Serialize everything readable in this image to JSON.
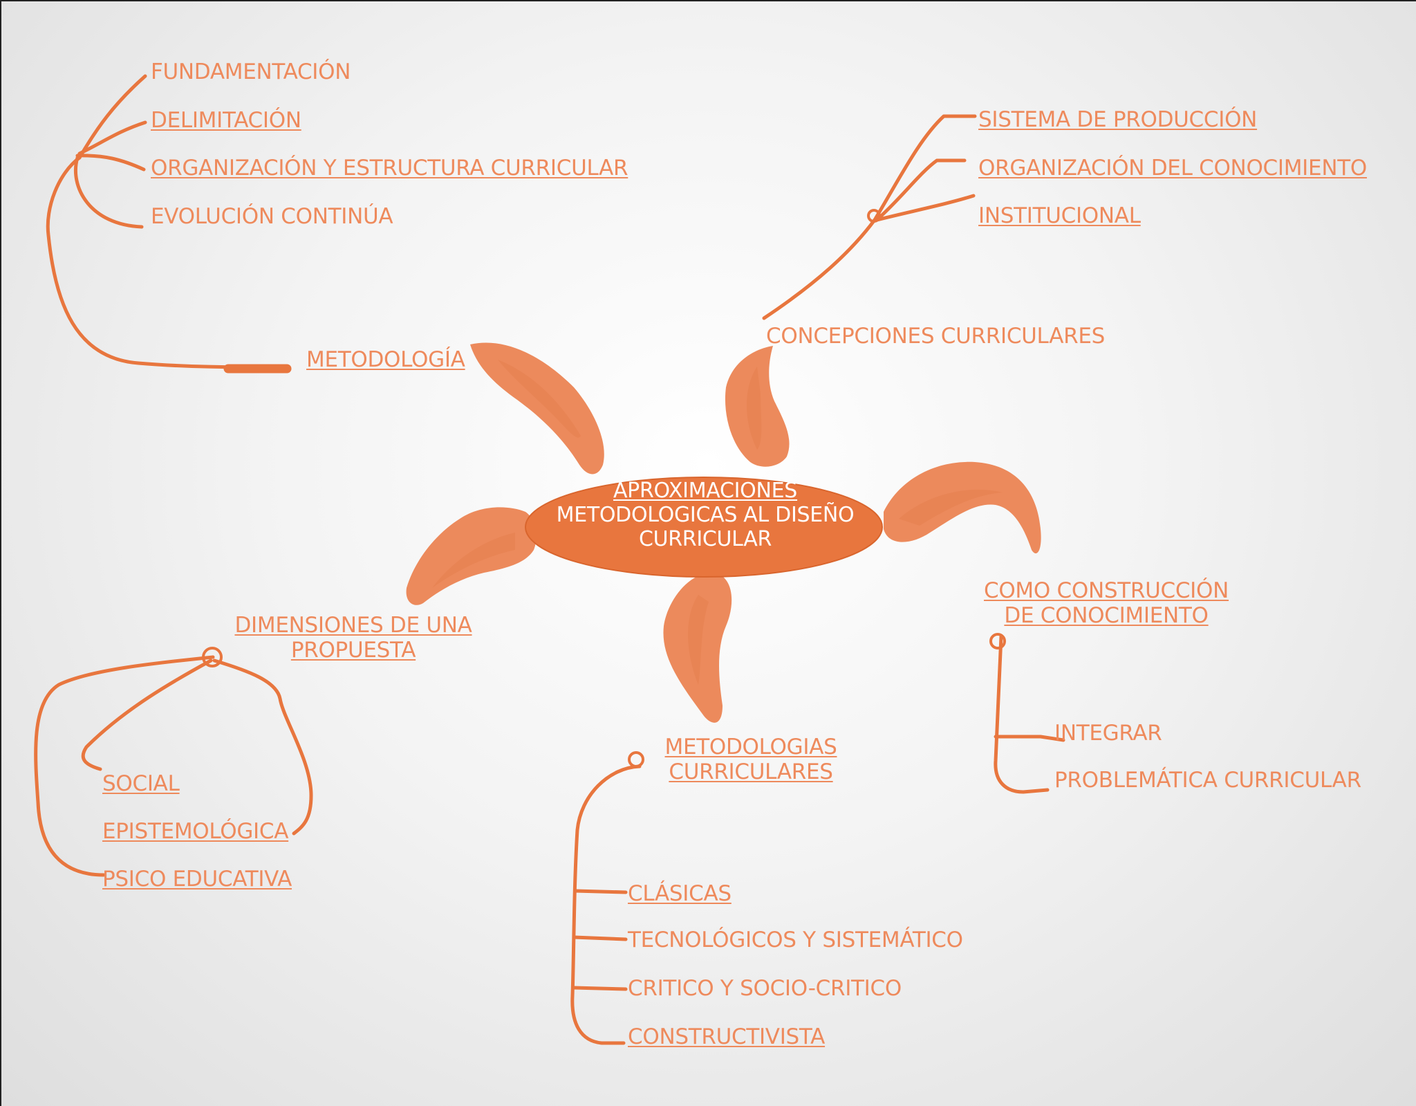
{
  "colors": {
    "accent": "#e8763e",
    "petal": "#ec8a5c",
    "text": "#ee8a5c",
    "background": "#f3f3f3"
  },
  "center": {
    "lines": [
      "APROXIMACIONES",
      "METODOLOGICAS AL DISEÑO",
      "CURRICULAR"
    ]
  },
  "branches": {
    "metodologia": {
      "label": "METODOLOGÍA",
      "items": [
        "FUNDAMENTACIÓN",
        "DELIMITACIÓN",
        "ORGANIZACIÓN Y ESTRUCTURA CURRICULAR",
        "EVOLUCIÓN CONTINÚA"
      ]
    },
    "concepciones": {
      "label": "CONCEPCIONES  CURRICULARES",
      "items": [
        "SISTEMA DE PRODUCCIÓN",
        "ORGANIZACIÓN DEL CONOCIMIENTO",
        "INSTITUCIONAL"
      ]
    },
    "construccion": {
      "lines": [
        "COMO CONSTRUCCIÓN",
        "DE CONOCIMIENTO"
      ],
      "items": [
        "INTEGRAR",
        "PROBLEMÁTICA CURRICULAR"
      ]
    },
    "metodologias": {
      "lines": [
        "METODOLOGIAS",
        "CURRICULARES"
      ],
      "items": [
        "CLÁSICAS",
        "TECNOLÓGICOS Y SISTEMÁTICO",
        "CRITICO Y SOCIO-CRITICO",
        "CONSTRUCTIVISTA"
      ]
    },
    "dimensiones": {
      "lines": [
        "DIMENSIONES DE UNA",
        "PROPUESTA"
      ],
      "items": [
        "SOCIAL",
        "EPISTEMOLÓGICA",
        "PSICO EDUCATIVA"
      ]
    }
  }
}
